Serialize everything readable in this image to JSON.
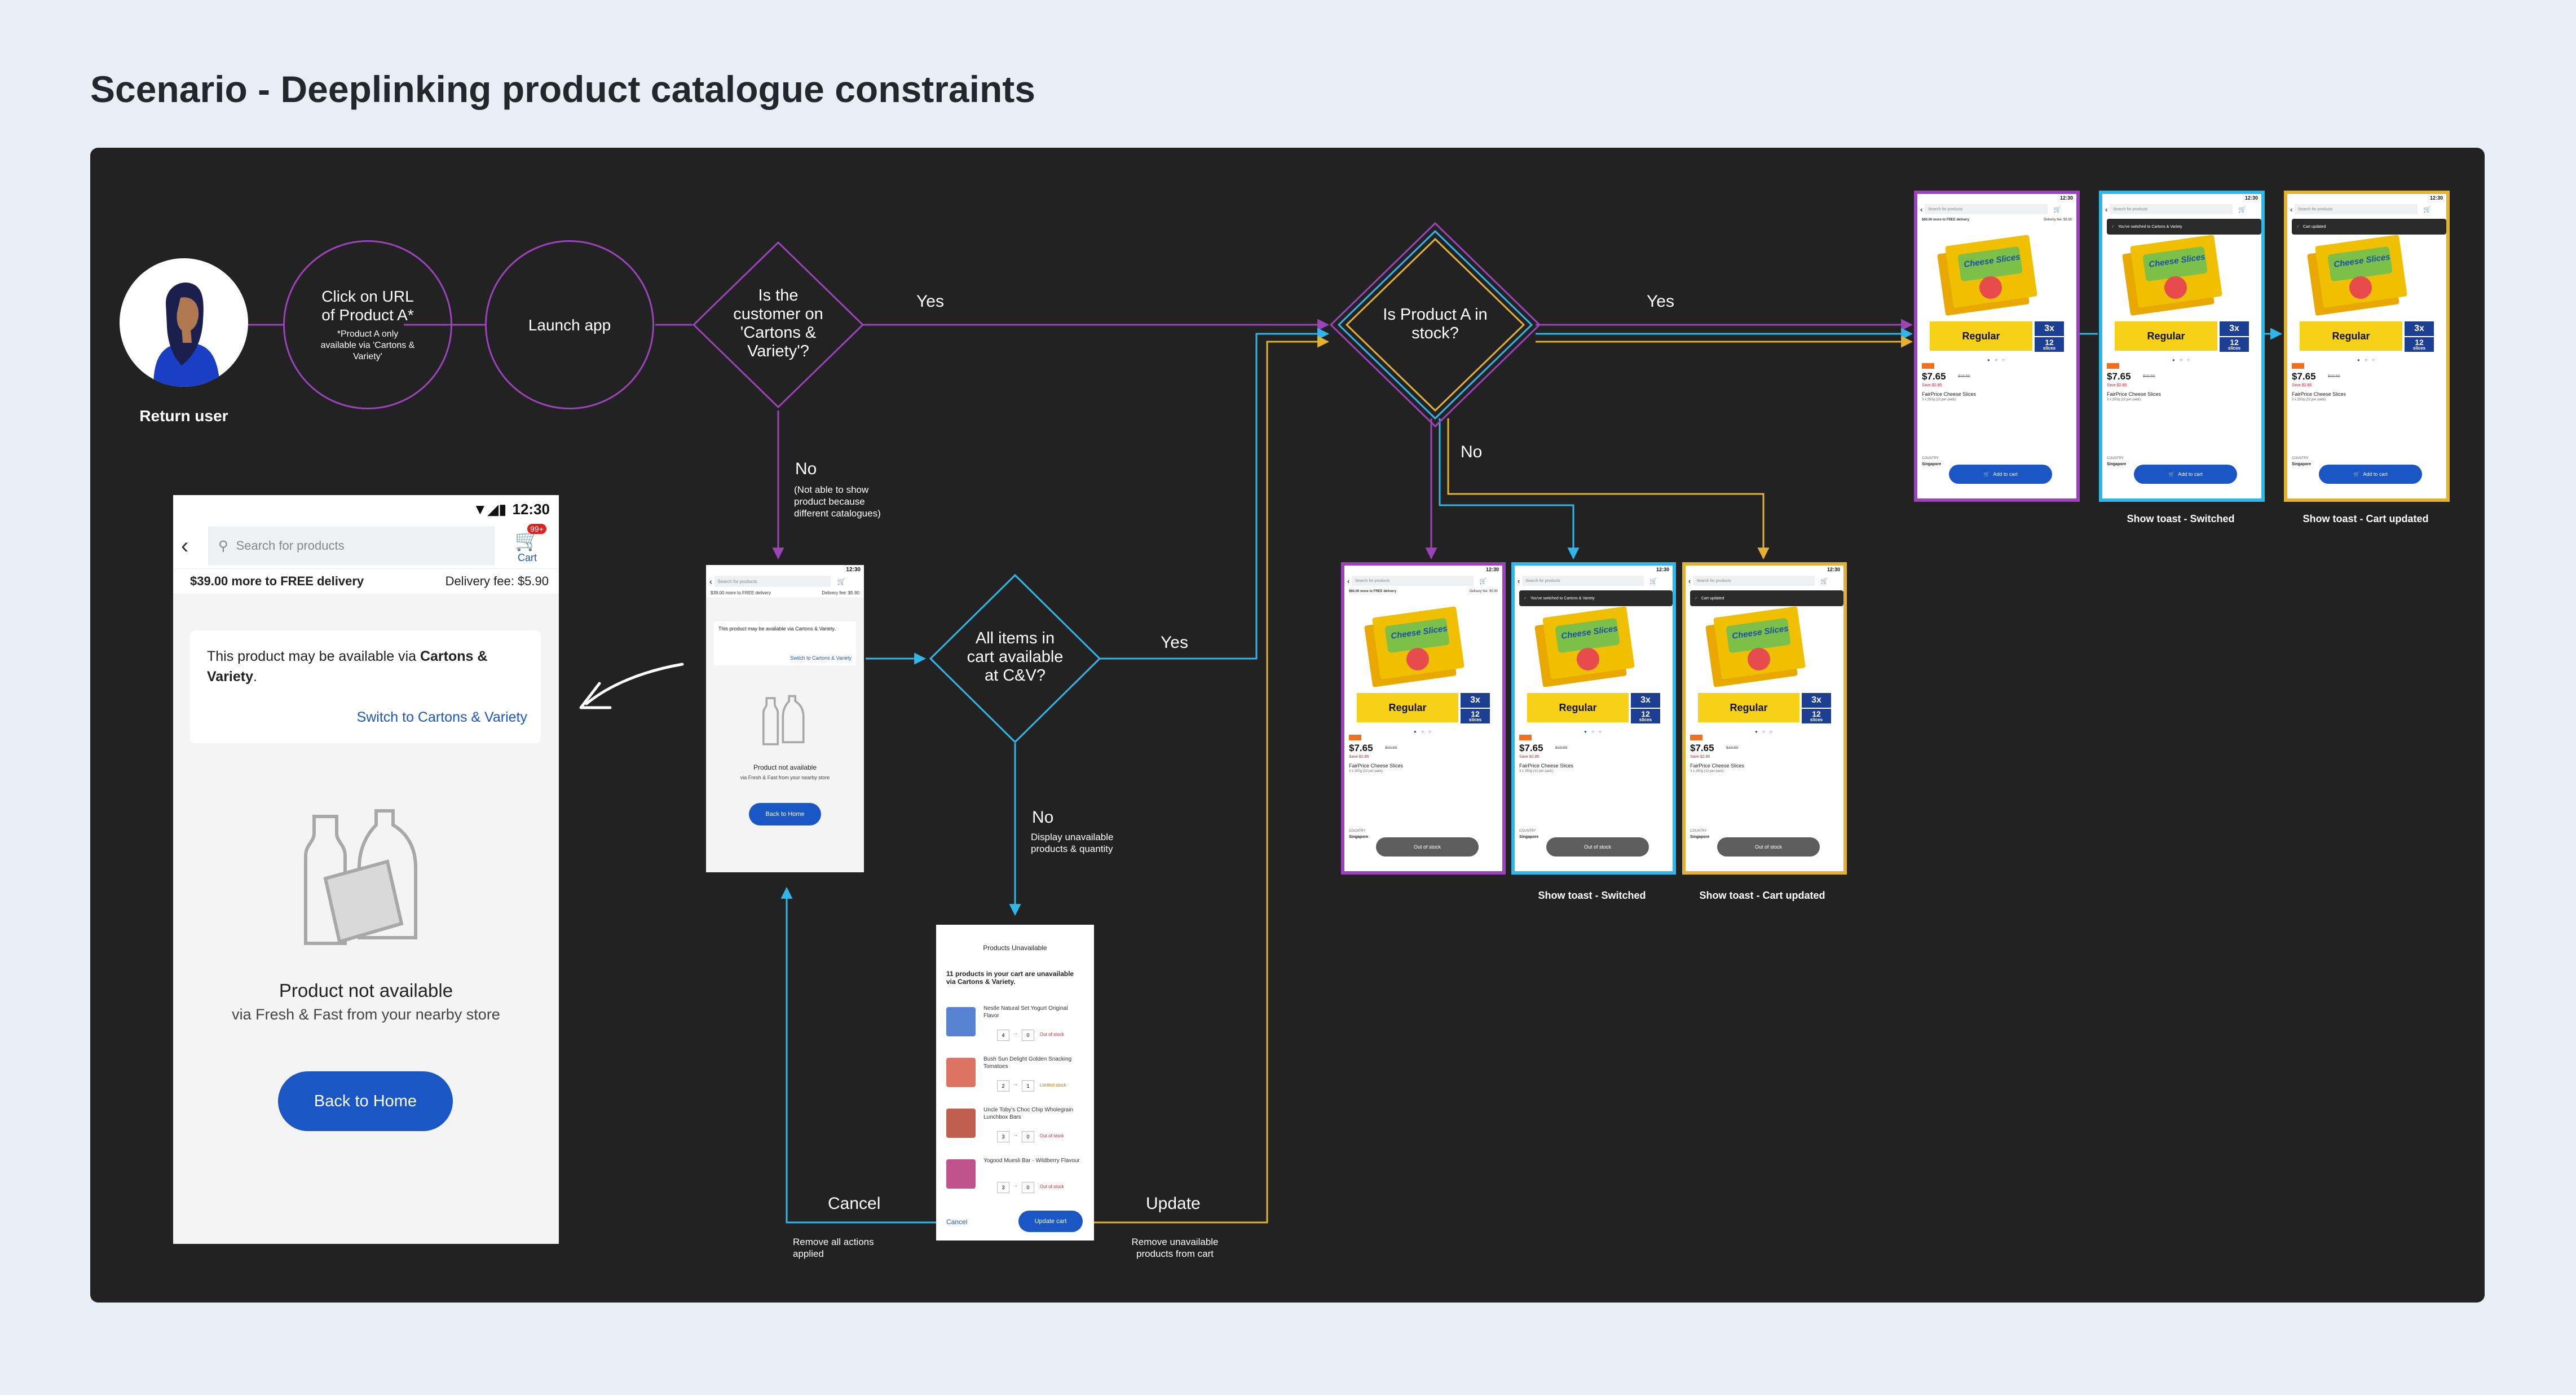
{
  "title": "Scenario - Deeplinking product catalogue constraints",
  "colors": {
    "purple": "#9a44b8",
    "cyan": "#2eb7e8",
    "yellow": "#e2b230",
    "board": "#222222",
    "primary": "#1a56c4"
  },
  "nodes": {
    "user_label": "Return user",
    "click_url": {
      "text": "Click on URL of Product A*",
      "note": "*Product A only available via 'Cartons & Variety'"
    },
    "launch": "Launch app",
    "decision_customer": "Is the customer on 'Cartons & Variety'?",
    "decision_stock": "Is Product A in stock?",
    "decision_cart": "All items in cart available at C&V?"
  },
  "edges": {
    "yes_1": "Yes",
    "yes_2": "Yes",
    "yes_3": "Yes",
    "no_1": "No",
    "no_1_note": "(Not able to show product because different catalogues)",
    "no_2": "No",
    "no_3": "No",
    "no_3_note": "Display unavailable products & quantity",
    "cancel": "Cancel",
    "cancel_note": "Remove all actions applied",
    "update": "Update",
    "update_note": "Remove unavailable products from cart"
  },
  "captions": {
    "top_switched": "Show toast - Switched",
    "top_updated": "Show toast - Cart updated",
    "mid_switched": "Show toast - Switched",
    "mid_updated": "Show toast - Cart updated"
  },
  "big_phone": {
    "time": "12:30",
    "search_placeholder": "Search for products",
    "cart_badge": "99+",
    "cart_label": "Cart",
    "delivery_left": "$39.00 more to FREE delivery",
    "delivery_fee": "Delivery fee: $5.90",
    "notice_text_a": "This product may be available via ",
    "notice_bold": "Cartons & Variety",
    "notice_end": ".",
    "switch_link": "Switch to Cartons & Variety",
    "empty_title": "Product not available",
    "empty_sub": "via Fresh & Fast from your nearby store",
    "home_button": "Back to Home"
  },
  "small_phone": {
    "time": "12:30",
    "search_placeholder": "Search for products",
    "delivery_left": "$39.00 more to FREE delivery",
    "delivery_fee": "Delivery fee: $5.90",
    "notice_text": "This product may be available via Cartons & Variety.",
    "switch_link": "Switch to Cartons & Variety",
    "empty_title": "Product not available",
    "empty_sub": "via Fresh & Fast from your nearby store",
    "home_button": "Back to Home"
  },
  "modal": {
    "title": "Products Unavailable",
    "message": "11 products in your cart are unavailable via Cartons & Variety.",
    "items": [
      {
        "name": "Nestle Natural Set Yogurt Original Flavor",
        "from": "4",
        "to": "0",
        "status": "Out of stock"
      },
      {
        "name": "Bush Sun Delight Golden Snacking Tomatoes",
        "from": "2",
        "to": "1",
        "status": "Limited stock"
      },
      {
        "name": "Uncle Toby's Choc Chip Wholegrain Lunchbox Bars",
        "from": "3",
        "to": "0",
        "status": "Out of stock"
      },
      {
        "name": "Yogood Muesli Bar - Wildberry Flavour",
        "from": "3",
        "to": "0",
        "status": "Out of stock"
      }
    ],
    "cancel": "Cancel",
    "update": "Update cart"
  },
  "product": {
    "time": "12:30",
    "search_placeholder": "Search for products",
    "delivery_left": "$60.00 more to FREE delivery",
    "delivery_fee": "Delivery fee: $5.90",
    "box_label": "Cheese Slices",
    "variant": "Regular",
    "pack_top": "3x",
    "pack_mid": "12",
    "pack_bot": "slices",
    "price": "$7.65",
    "old_price": "$10.50",
    "save": "Save $2.85",
    "name": "FairPrice Cheese Slices",
    "size": "3 x 250g (12 per pack)",
    "country_label": "COUNTRY",
    "country": "Singapore",
    "add_to_cart": "Add to cart",
    "out_of_stock": "Out of stock",
    "toast_switched": "You've switched to Cartons & Variety",
    "toast_updated": "Cart updated"
  }
}
